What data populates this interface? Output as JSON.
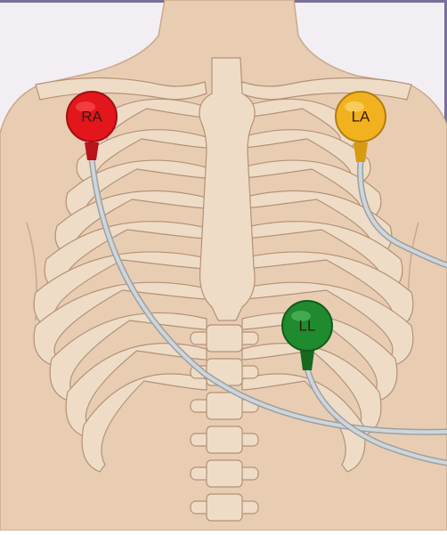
{
  "electrodes": [
    {
      "id": "ra",
      "label": "RA",
      "color": "#e3161c"
    },
    {
      "id": "la",
      "label": "LA",
      "color": "#f2b21f"
    },
    {
      "id": "ll",
      "label": "LL",
      "color": "#1f8a2e"
    }
  ],
  "colors": {
    "skin": "#e8cdb2",
    "skin_outline": "#c9a98c",
    "bone": "#efdcc6",
    "bone_outline": "#b39277",
    "background": "#f3eef3",
    "cable": "#c9cfd2"
  }
}
